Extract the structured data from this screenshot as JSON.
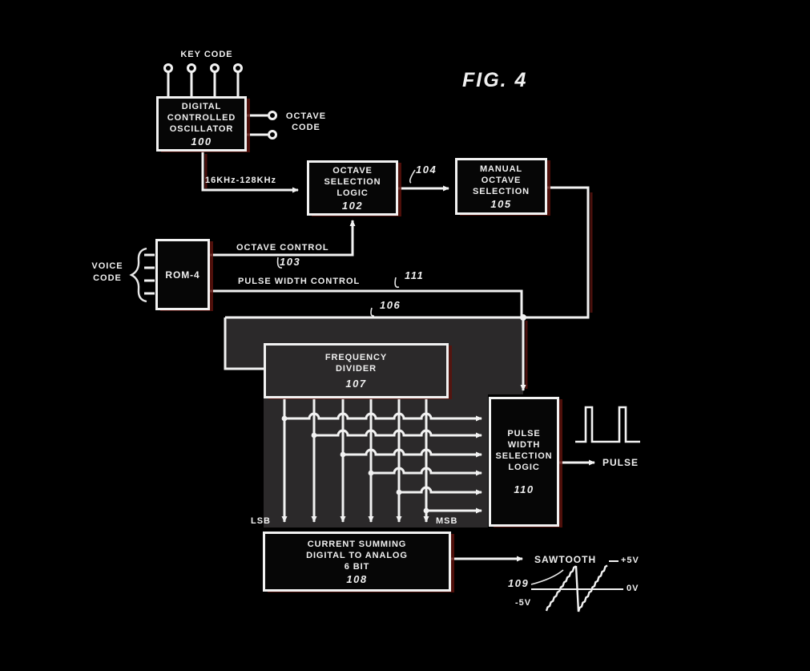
{
  "figure": {
    "title": "FIG. 4"
  },
  "blocks": {
    "dco": {
      "lines": [
        "DIGITAL",
        "CONTROLLED",
        "OSCILLATOR"
      ],
      "ref": "100"
    },
    "octave_selection": {
      "lines": [
        "OCTAVE",
        "SELECTION",
        "LOGIC"
      ],
      "ref": "102"
    },
    "manual_octave": {
      "lines": [
        "MANUAL",
        "OCTAVE",
        "SELECTION"
      ],
      "ref": "105"
    },
    "rom": {
      "label": "ROM-4"
    },
    "frequency_divider": {
      "lines": [
        "FREQUENCY",
        "DIVIDER"
      ],
      "ref": "107"
    },
    "pulse_width_logic": {
      "lines": [
        "PULSE",
        "WIDTH",
        "SELECTION",
        "LOGIC"
      ],
      "ref": "110"
    },
    "dac": {
      "lines": [
        "CURRENT SUMMING",
        "DIGITAL TO ANALOG",
        "6 BIT"
      ],
      "ref": "108"
    }
  },
  "labels": {
    "key_code": "KEY CODE",
    "octave_code": [
      "OCTAVE",
      "CODE"
    ],
    "voice_code": [
      "VOICE",
      "CODE"
    ],
    "freq_range": "16KHz-128KHz",
    "octave_control": "OCTAVE CONTROL",
    "pulse_width_control": "PULSE WIDTH CONTROL",
    "lsb": "LSB",
    "msb": "MSB",
    "pulse": "PULSE",
    "sawtooth": "SAWTOOTH",
    "v_plus": "+5V",
    "v_zero": "0V",
    "v_minus": "-5V"
  },
  "refs": {
    "r103": "103",
    "r104": "104",
    "r106": "106",
    "r109": "109",
    "r111": "111"
  },
  "colors": {
    "background": "#000000",
    "line": "#ffffff",
    "bus_fill": "#2b292a",
    "ghost_red": "#4a100c"
  }
}
